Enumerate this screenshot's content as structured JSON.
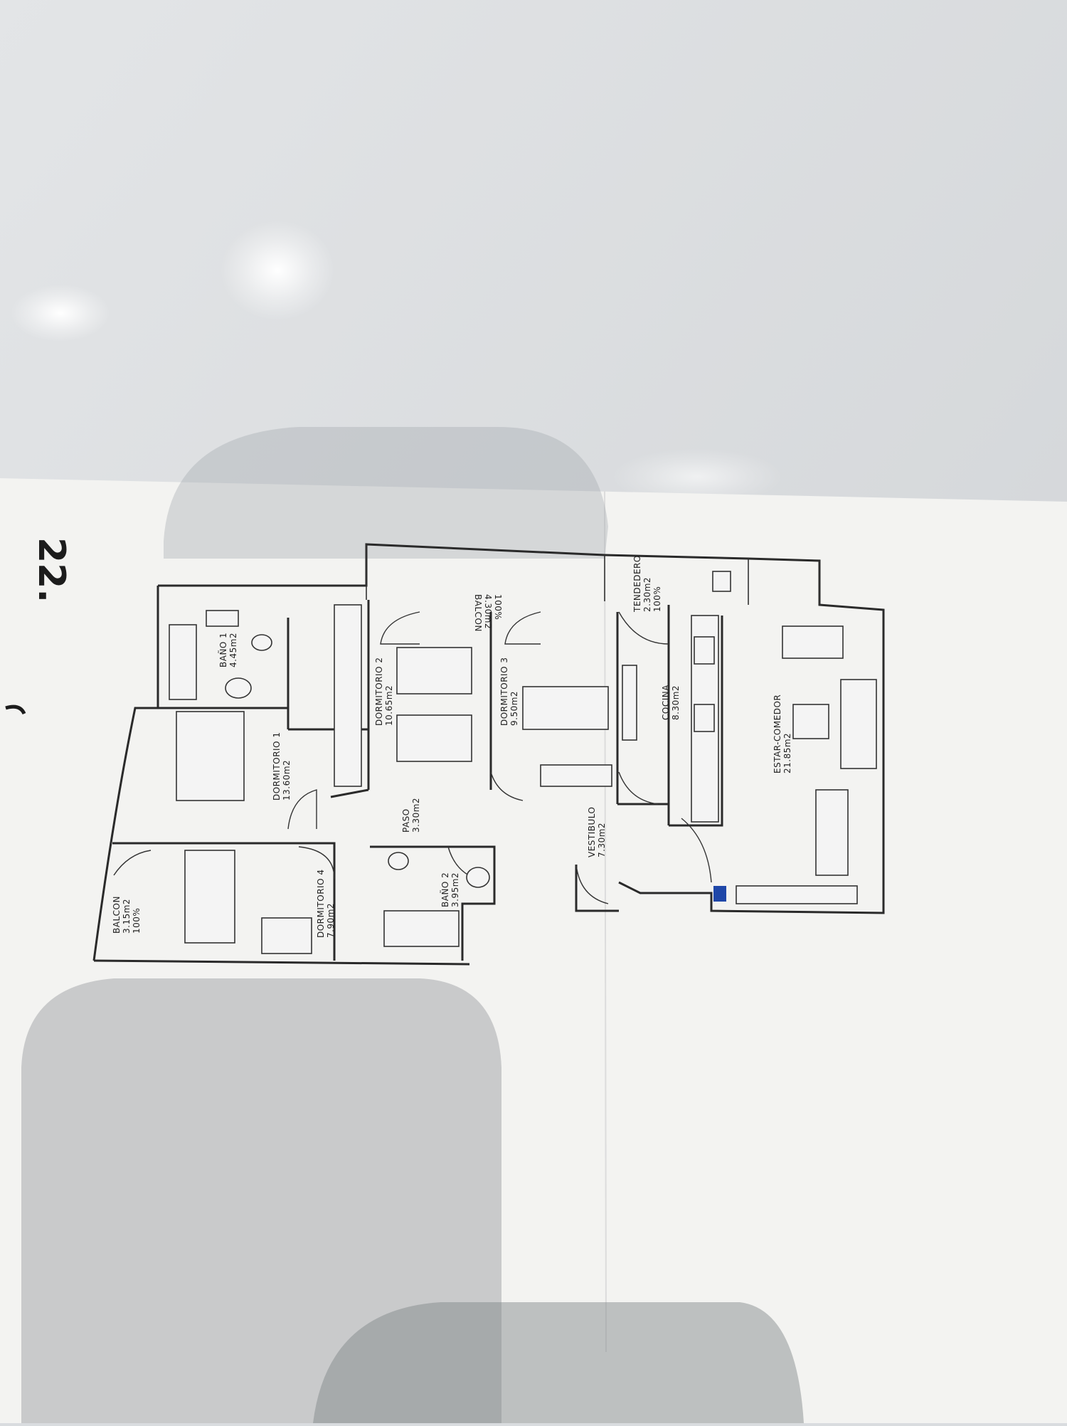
{
  "handwriting": "22.",
  "rooms": {
    "balcon_top": {
      "name": "BALCON",
      "area": "4.30m2",
      "pct": "100%"
    },
    "tendedero": {
      "name": "TENDEDERO",
      "area": "2.30m2",
      "pct": "100%"
    },
    "bano1": {
      "name": "BAÑO 1",
      "area": "4.45m2"
    },
    "dormitorio2": {
      "name": "DORMITORIO 2",
      "area": "10.65m2"
    },
    "dormitorio3": {
      "name": "DORMITORIO 3",
      "area": "9.50m2"
    },
    "cocina": {
      "name": "COCINA",
      "area": "8.30m2"
    },
    "estar": {
      "name": "ESTAR-COMEDOR",
      "area": "21.85m2"
    },
    "dormitorio1": {
      "name": "DORMITORIO 1",
      "area": "13.60m2"
    },
    "paso": {
      "name": "PASO",
      "area": "3.30m2"
    },
    "vestibulo": {
      "name": "VESTIBULO",
      "area": "7.30m2"
    },
    "bano2": {
      "name": "BAÑO 2",
      "area": "3.95m2"
    },
    "dormitorio4": {
      "name": "DORMITORIO 4",
      "area": "7.90m2"
    },
    "balcon_left": {
      "name": "BALCON",
      "area": "3.15m2",
      "pct": "100%"
    }
  }
}
